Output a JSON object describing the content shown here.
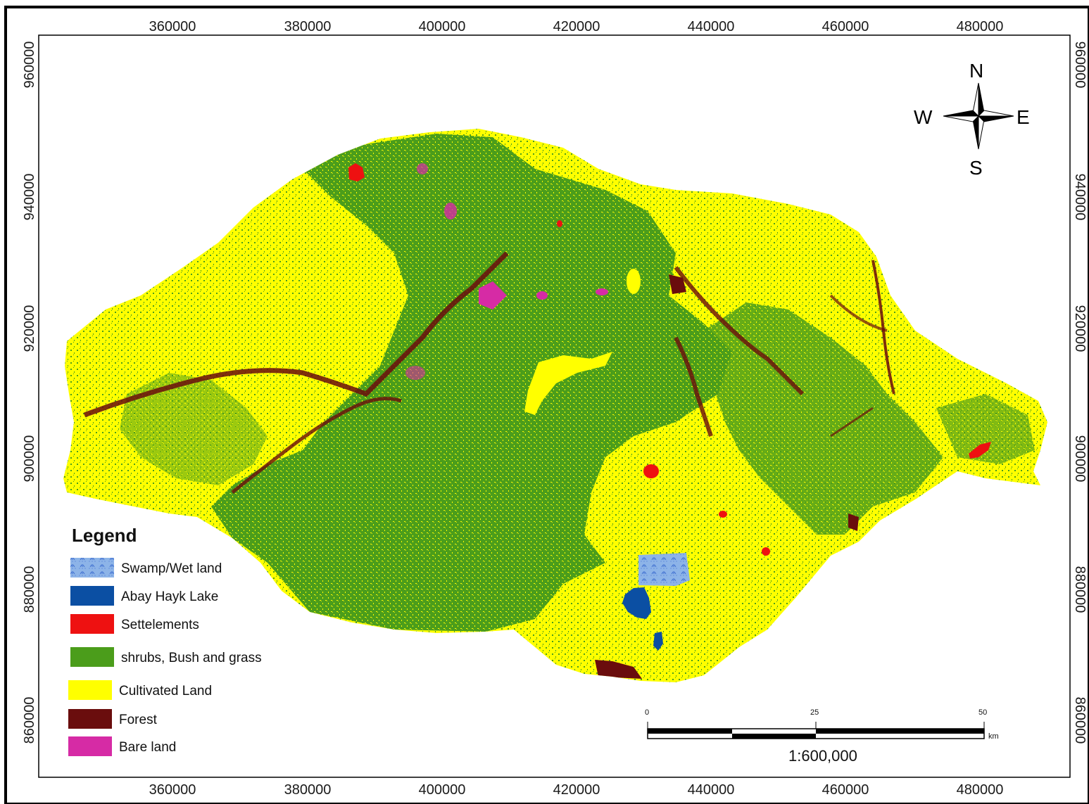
{
  "map": {
    "grid_x_labels": [
      "360000",
      "380000",
      "400000",
      "420000",
      "440000",
      "460000",
      "480000"
    ],
    "grid_y_labels": [
      "960000",
      "940000",
      "920000",
      "900000",
      "880000",
      "860000"
    ]
  },
  "legend": {
    "title": "Legend",
    "items": [
      {
        "label": "Swamp/Wet land",
        "color": "#8db4e8"
      },
      {
        "label": "Abay Hayk Lake",
        "color": "#0b4fa3"
      },
      {
        "label": "Settelements",
        "color": "#ee1111"
      },
      {
        "label": "shrubs, Bush and grass",
        "color": "#4b9d1b"
      },
      {
        "label": "Cultivated Land",
        "color": "#ffff00"
      },
      {
        "label": "Forest",
        "color": "#6a0d0d"
      },
      {
        "label": "Bare land",
        "color": "#d62ba5"
      }
    ]
  },
  "north_arrow": {
    "n": "N",
    "s": "S",
    "e": "E",
    "w": "W"
  },
  "scale_bar": {
    "ticks": [
      "0",
      "25",
      "50"
    ],
    "unit": "km",
    "ratio": "1:600,000"
  },
  "colors": {
    "frame": "#000000",
    "cultivated": "#ffff00",
    "shrubs": "#4b9d1b",
    "forest": "#6a0d0d",
    "settlement": "#ee1111",
    "lake": "#0b4fa3",
    "swamp": "#8db4e8",
    "bare": "#d62ba5"
  }
}
